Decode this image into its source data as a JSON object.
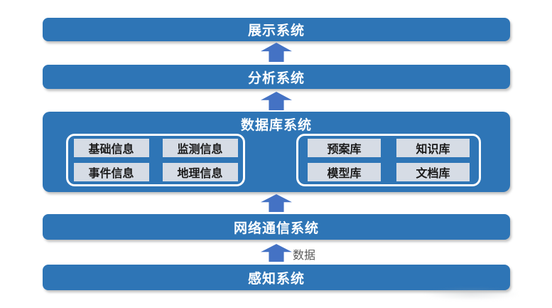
{
  "diagram": {
    "layers": [
      {
        "label": "展示系统"
      },
      {
        "label": "分析系统"
      },
      {
        "label": "数据库系统"
      },
      {
        "label": "网络通信系统"
      },
      {
        "label": "感知系统"
      }
    ],
    "database": {
      "info_cells": [
        "基础信息",
        "监测信息",
        "事件信息",
        "地理信息"
      ],
      "library_cells": [
        "预案库",
        "知识库",
        "模型库",
        "文档库"
      ]
    },
    "data_arrow_label": "数据",
    "colors": {
      "bar_blue": "#2E75B6",
      "arrow_blue": "#4472C4",
      "cell_background": "#D6DCE5",
      "cell_text": "#1A1A1A",
      "arrow_label_text": "#595959",
      "bar_text": "#FFFFFF"
    }
  }
}
